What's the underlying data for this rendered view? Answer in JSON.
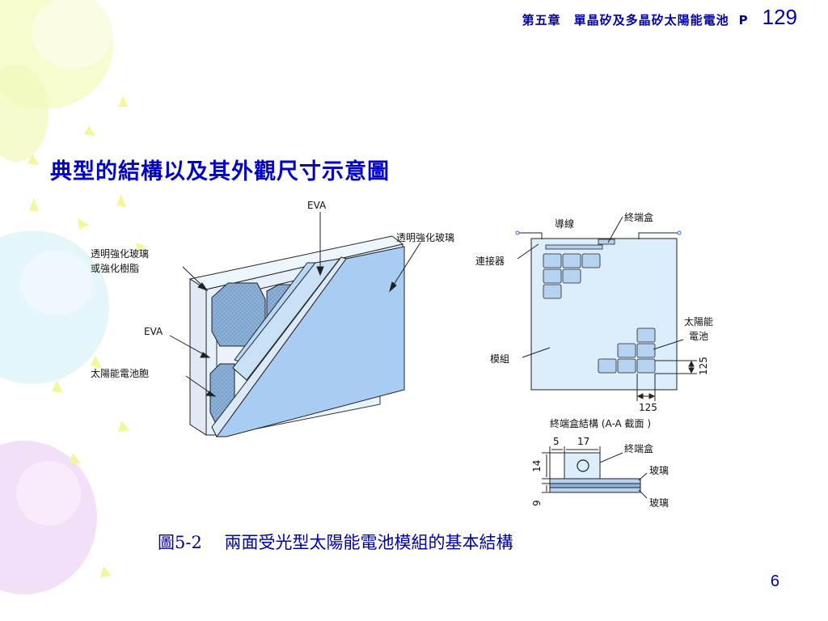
{
  "header": {
    "chapter": "第五章　單晶矽及多晶矽太陽能電池",
    "p_label": "P",
    "page_ref": "129"
  },
  "title": "典型的結構以及其外觀尺寸示意圖",
  "diagram": {
    "left_labels": {
      "eva_top": "EVA",
      "glass_right": "透明強化玻璃",
      "glass_left_1": "透明強化玻璃",
      "glass_left_2": "或強化樹脂",
      "eva_left": "EVA",
      "cell": "太陽能電池胞"
    },
    "right_labels": {
      "wire": "導線",
      "junction_box": "終端盒",
      "connector": "連接器",
      "solar_cell_1": "太陽能",
      "solar_cell_2": "電池",
      "module": "模組",
      "dim_125_v": "125",
      "dim_125_h": "125",
      "section_title": "終端盒結構 (A-A 截面 )",
      "dim_5": "5",
      "dim_17": "17",
      "dim_14": "14",
      "dim_9": "9",
      "box2": "終端盒",
      "glass_a": "玻璃",
      "glass_b": "玻璃"
    }
  },
  "caption": "圖5-2　 兩面受光型太陽能電池模組的基本結構",
  "page_number": "6",
  "colors": {
    "title": "#0000c8",
    "panel_fill": "#dceefc",
    "glass_blue": "#a9cdf2",
    "cell_fill": "#9ec4ea"
  }
}
